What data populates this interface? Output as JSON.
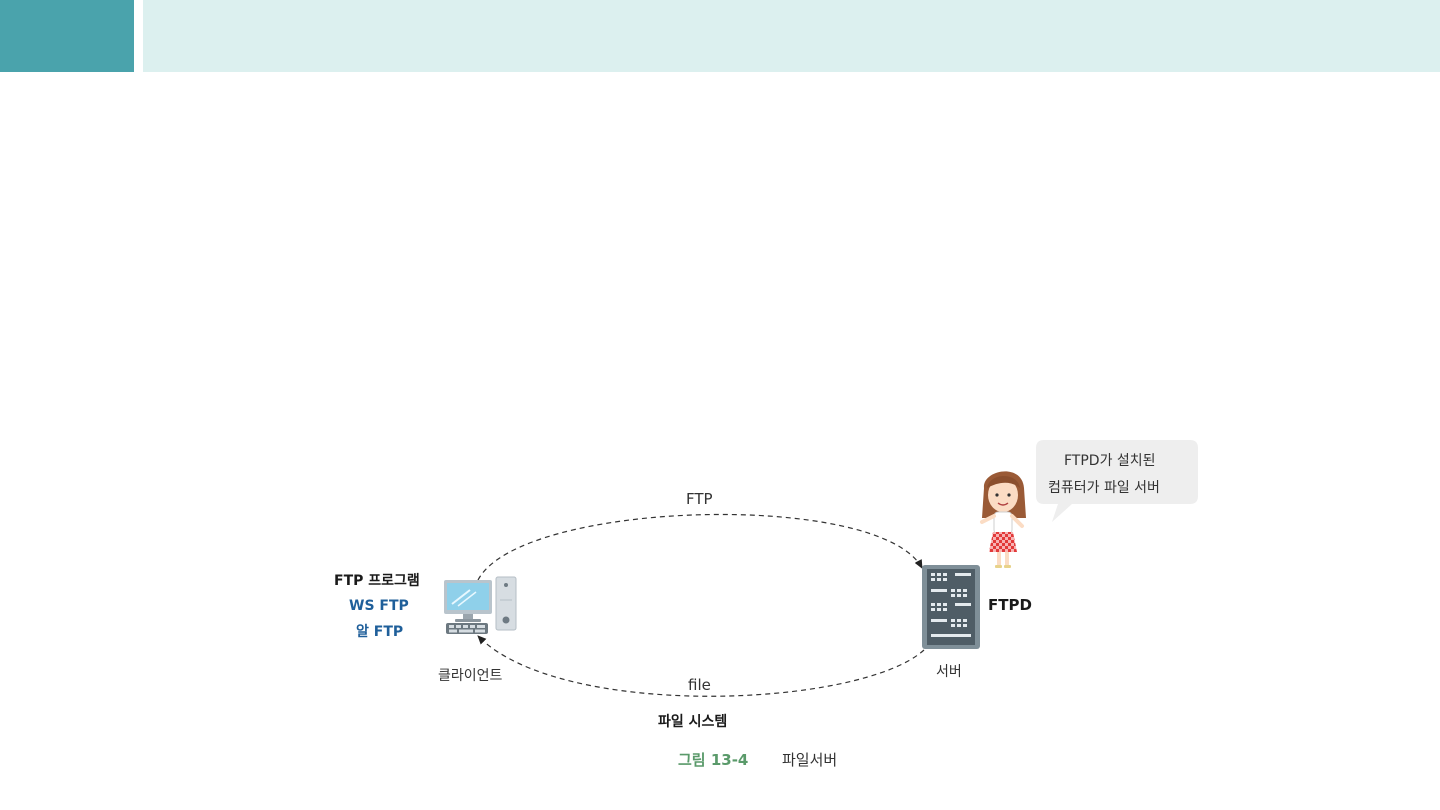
{
  "diagram": {
    "top_arrow_label": "FTP",
    "bottom_arrow_label": "file",
    "client": {
      "program_label": "FTP 프로그램",
      "program_examples": [
        "WS FTP",
        "알 FTP"
      ],
      "caption": "클라이언트"
    },
    "server": {
      "daemon_label": "FTPD",
      "caption": "서버"
    },
    "filesystem_label": "파일 시스템",
    "speech_bubble": {
      "lines": [
        "FTPD가 설치된",
        "컴퓨터가 파일 서버"
      ]
    }
  },
  "figure_caption": {
    "number": "그림 13-4",
    "title": "파일서버"
  },
  "colors": {
    "header_accent": "#4aa3ac",
    "header_bar": "#dcf0ef",
    "label_blue": "#1f5f9a",
    "caption_green": "#5a9a6a"
  }
}
